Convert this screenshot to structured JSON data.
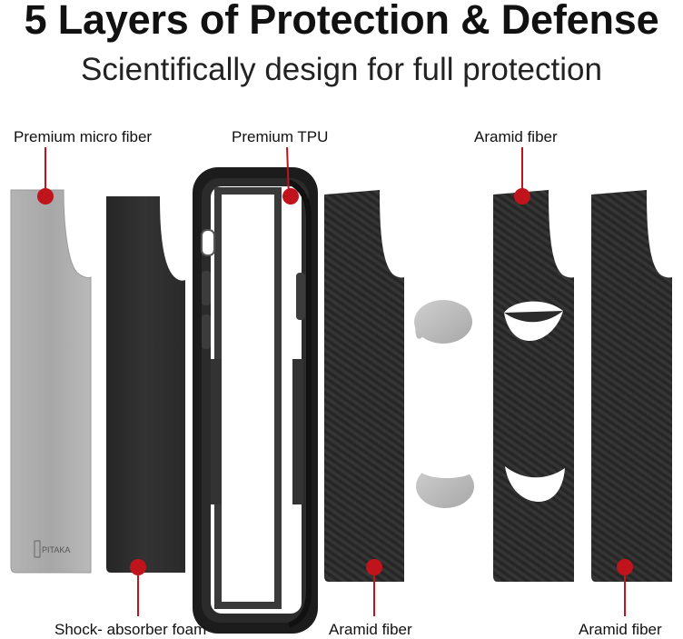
{
  "title": "5 Layers of Protection & Defense",
  "subtitle": "Scientifically design for full protection",
  "labels": {
    "micro_fiber": "Premium micro fiber",
    "tpu": "Premium TPU",
    "aramid_top": "Aramid fiber",
    "foam": "Shock- absorber foam",
    "aramid_bottom_1": "Aramid fiber",
    "aramid_bottom_2": "Aramid fiber"
  },
  "brand_mark": "PITAKA",
  "colors": {
    "marker": "#c0141c",
    "silver": "#a9a9a9",
    "foam": "#2e2e2e",
    "tpu": "#1c1c1c",
    "aramid": "#2a2a2a",
    "puck": "#bdbdbd"
  }
}
